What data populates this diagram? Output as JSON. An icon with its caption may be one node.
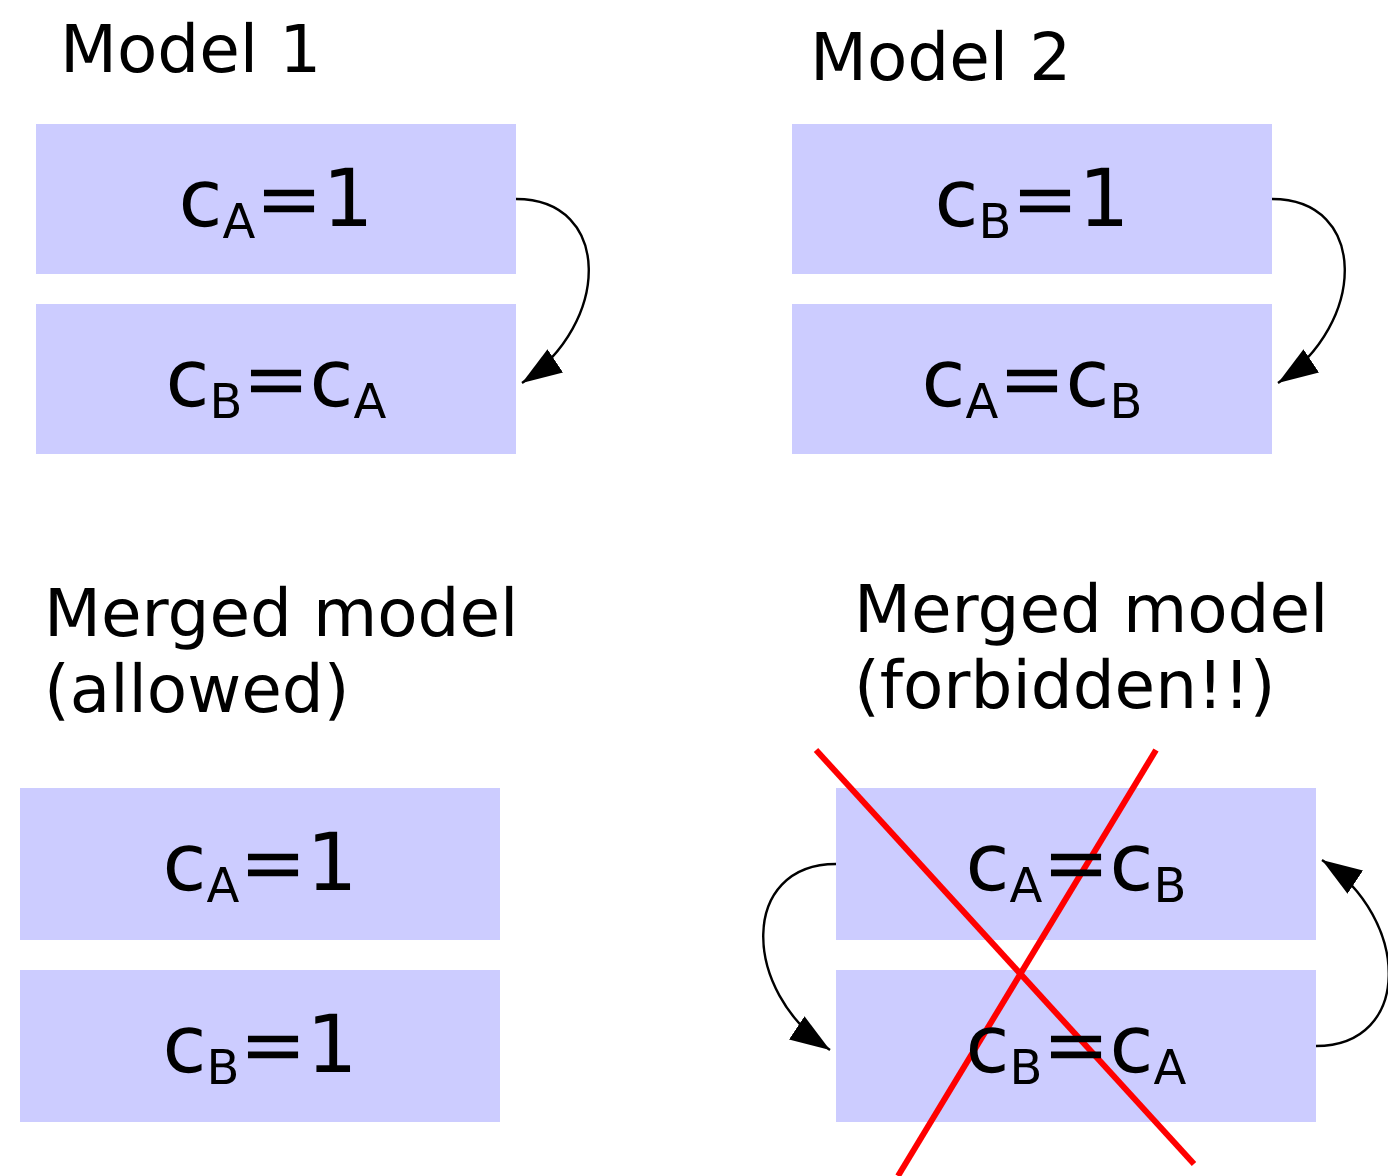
{
  "diagram": {
    "nodes": [
      {
        "text": [
          "c$_{A}$=1"
        ]
      },
      {
        "text": [
          "c$_{B}$=c$_{A}$"
        ]
      },
      {
        "text": [
          "c$_{B}$=1"
        ]
      },
      {
        "text": [
          "c$_{A}$=c$_{B}$"
        ]
      },
      {
        "text": [
          "c$_{A}$=1"
        ]
      },
      {
        "text": [
          "c$_{B}$=1"
        ]
      },
      {
        "text": [
          "c$_{A}$=c$_{B}$"
        ]
      },
      {
        "text": [
          "c$_{B}$=c$_{A}$"
        ]
      }
    ],
    "edges": [
      {
        "from": 0,
        "to": 1,
        "arrow": "to"
      },
      {
        "from": 2,
        "to": 3,
        "arrow": "to"
      },
      {
        "from": 6,
        "to": 7,
        "arrow": "to"
      },
      {
        "from": 7,
        "to": 6,
        "arrow": "to"
      }
    ],
    "labels": [
      "Model 1",
      "Model 2",
      "Merged model (allowed)",
      "Merged model (forbidden!!)"
    ]
  }
}
